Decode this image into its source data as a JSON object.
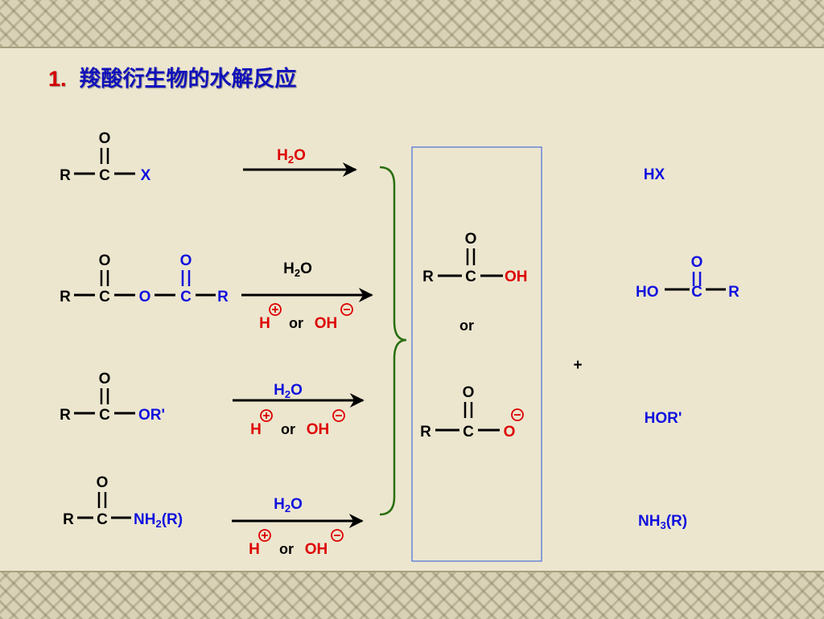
{
  "title": {
    "number": "1.",
    "text": "羧酸衍生物的水解反应"
  },
  "atoms": {
    "R": "R",
    "C": "C",
    "O": "O",
    "X": "X",
    "OR": "OR'",
    "NH": "NH",
    "OH": "OH"
  },
  "reagents": {
    "water_main": "H",
    "water_sub": "2",
    "water_tail": "O",
    "acid": "H",
    "or": "or",
    "base": "OH"
  },
  "products": {
    "or": "or",
    "plus": "+",
    "HX": "HX",
    "HO": "HO",
    "HOR": "HOR'",
    "NH3": "NH",
    "NH3_sub": "3",
    "NH3_tail": "(R)"
  },
  "amide": {
    "sub": "2",
    "tail": "(R)"
  },
  "colors": {
    "title": "#1111bb",
    "number": "#d40000",
    "blue": "#1111dd",
    "red": "#dd0000",
    "brace": "#2a6e10",
    "box": "#4a6fd8"
  }
}
